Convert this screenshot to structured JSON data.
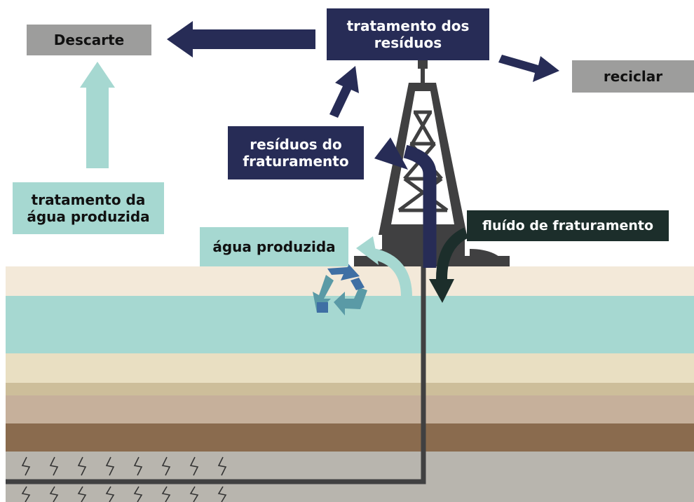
{
  "labels": {
    "disposal": "Descarte",
    "waste_treatment": "tratamento dos resíduos",
    "recycle": "reciclar",
    "fracking_waste": "resíduos do fraturamento",
    "produced_water_treatment": "tratamento da água produzida",
    "produced_water": "água produzida",
    "fracking_fluid": "fluído de fraturamento"
  },
  "colors": {
    "navy": "#272c56",
    "grey_box": "#9d9d9c",
    "teal_box": "#a6d8d1",
    "dark_green": "#1c2e2b",
    "rig": "#404041",
    "recycle_icon": "#3f6fa4",
    "strata": [
      "#f3e9d9",
      "#a6d8d1",
      "#e9dfc2",
      "#cdbe9a",
      "#c6b09b",
      "#8a6b4e",
      "#b8b5ae"
    ]
  },
  "icons": [
    "arrow-left-icon",
    "arrow-up-icon",
    "arrow-right-icon",
    "curved-arrow-icon",
    "recycle-icon",
    "drilling-rig-icon",
    "fracture-icon"
  ]
}
